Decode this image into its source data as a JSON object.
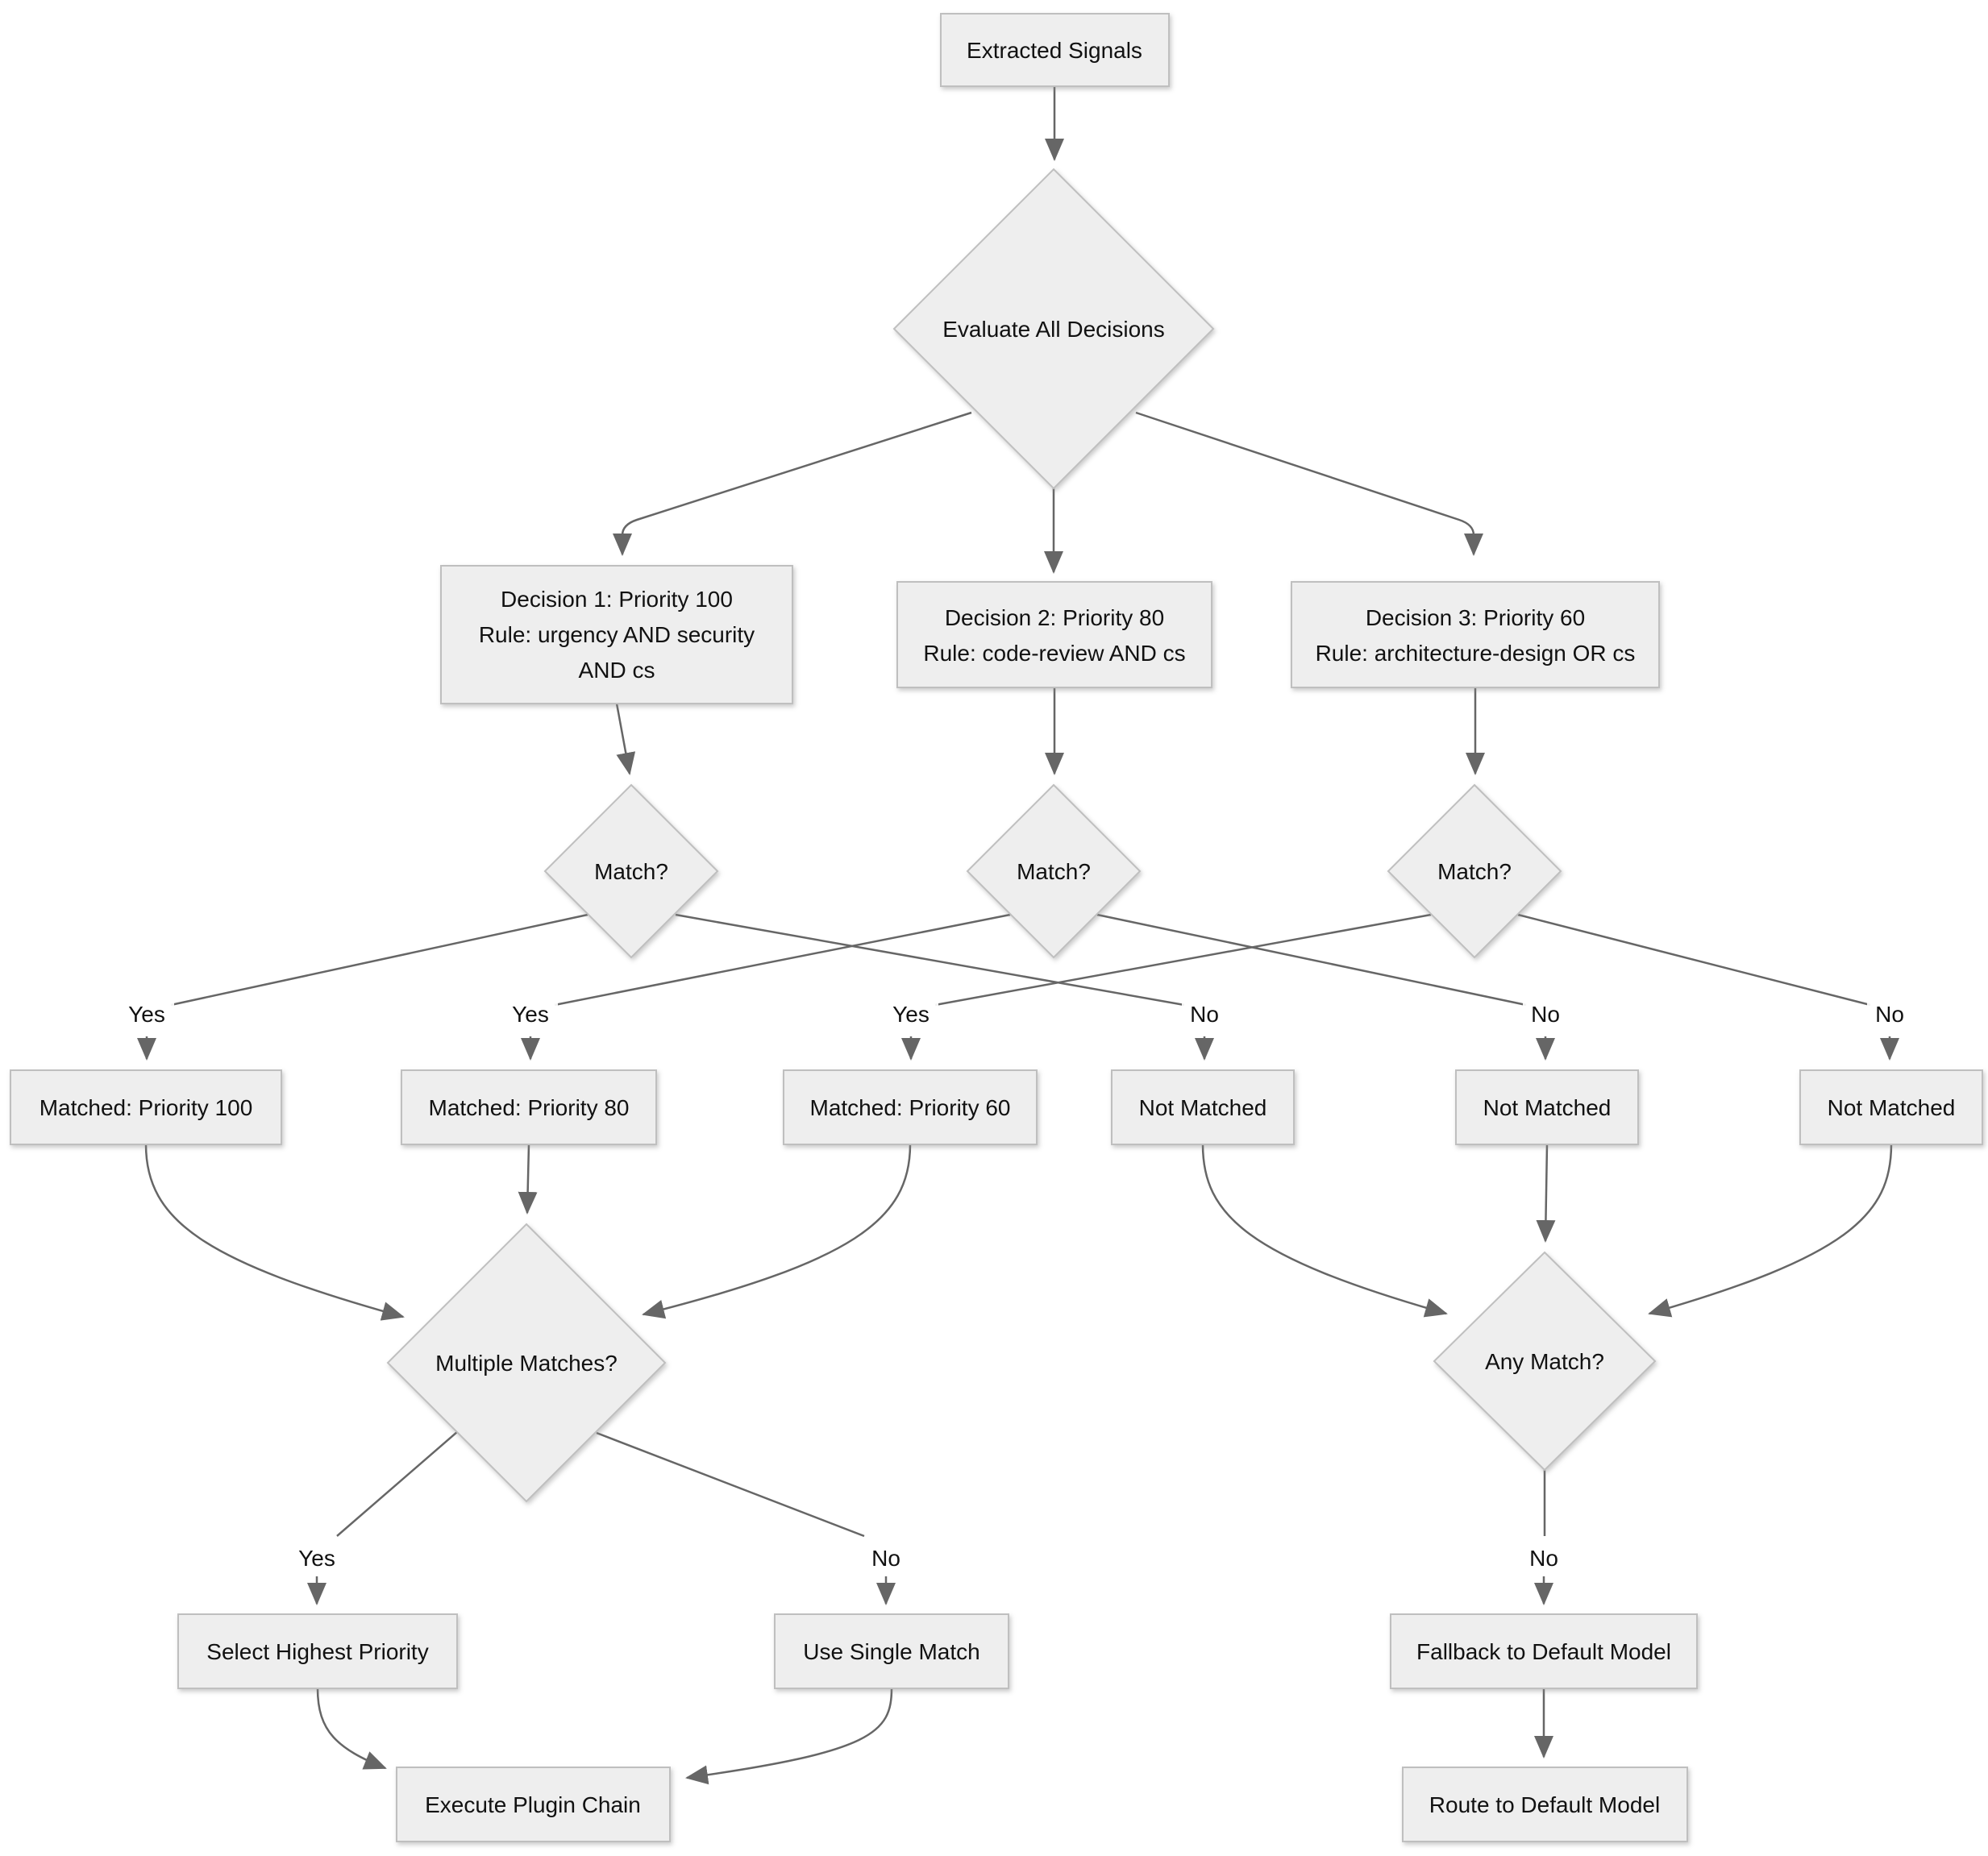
{
  "diagram": {
    "type": "flowchart",
    "direction": "top-down"
  },
  "colors": {
    "background": "#ffffff",
    "node_fill": "#eeeeee",
    "node_stroke": "#bfbfbf",
    "edge": "#666666",
    "text": "#111111"
  },
  "nodes": {
    "extracted_signals": {
      "label": "Extracted Signals"
    },
    "evaluate_all": {
      "label": "Evaluate All Decisions"
    },
    "decision1": {
      "lines": [
        "Decision 1: Priority 100",
        "Rule: urgency AND security",
        "AND cs"
      ]
    },
    "decision2": {
      "lines": [
        "Decision 2: Priority 80",
        "Rule: code-review AND cs"
      ]
    },
    "decision3": {
      "lines": [
        "Decision 3: Priority 60",
        "Rule: architecture-design OR cs"
      ]
    },
    "match1": {
      "label": "Match?"
    },
    "match2": {
      "label": "Match?"
    },
    "match3": {
      "label": "Match?"
    },
    "matched100": {
      "label": "Matched: Priority 100"
    },
    "matched80": {
      "label": "Matched: Priority 80"
    },
    "matched60": {
      "label": "Matched: Priority 60"
    },
    "not_matched1": {
      "label": "Not Matched"
    },
    "not_matched2": {
      "label": "Not Matched"
    },
    "not_matched3": {
      "label": "Not Matched"
    },
    "multiple_matches": {
      "label": "Multiple Matches?"
    },
    "any_match": {
      "label": "Any Match?"
    },
    "select_highest": {
      "label": "Select Highest Priority"
    },
    "use_single": {
      "label": "Use Single Match"
    },
    "execute_chain": {
      "label": "Execute Plugin Chain"
    },
    "fallback_default": {
      "label": "Fallback to Default Model"
    },
    "route_default": {
      "label": "Route to Default Model"
    }
  },
  "edge_labels": {
    "match1_yes": "Yes",
    "match2_yes": "Yes",
    "match3_yes": "Yes",
    "match1_no": "No",
    "match2_no": "No",
    "match3_no": "No",
    "multi_yes": "Yes",
    "multi_no": "No",
    "any_no": "No"
  }
}
